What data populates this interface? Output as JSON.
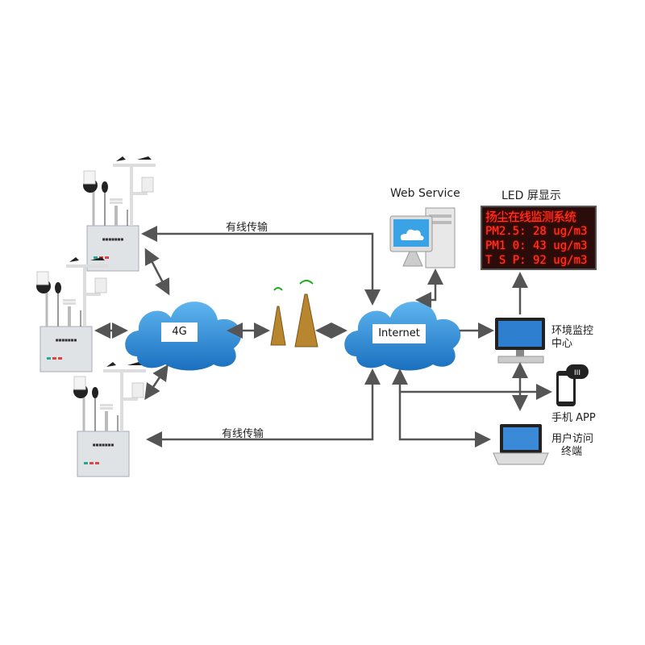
{
  "labels": {
    "wired_top": "有线传输",
    "wired_bottom": "有线传输",
    "cloud_4g": "4G",
    "cloud_internet": "Internet",
    "web_service": "Web Service",
    "led_title": "LED 屏显示",
    "monitor_center": [
      "环境监控",
      "中心"
    ],
    "mobile_app": "手机 APP",
    "user_terminal": [
      "用户访问",
      "终端"
    ]
  },
  "led_display": {
    "title": "扬尘在线监测系统",
    "rows": [
      "PM2.5: 28  ug/m3",
      "PM1 0: 43  ug/m3",
      "T S P: 92  ug/m3"
    ]
  },
  "colors": {
    "cloud": "#2e8fd8",
    "arrow": "#555555",
    "led_text": "#ff3b1f"
  }
}
